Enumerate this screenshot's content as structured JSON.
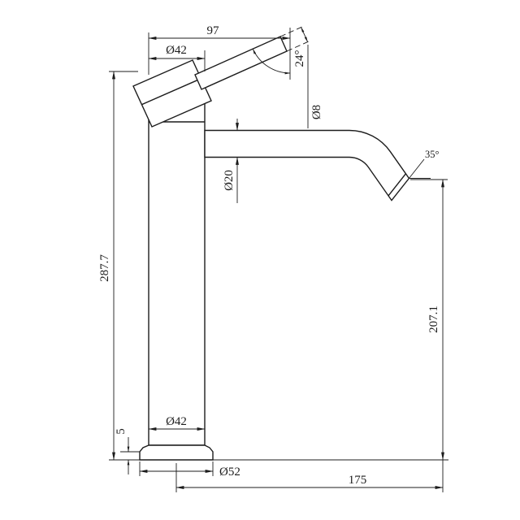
{
  "drawing": {
    "colors": {
      "line": "#1c1c1c",
      "background": "#ffffff"
    },
    "dimensions": {
      "handle_length": "97",
      "handle_diameter_top": "Ø42",
      "handle_angle": "24°",
      "handle_rod_diameter": "Ø8",
      "spout_tube_diameter": "Ø20",
      "spout_outlet_angle": "35°",
      "overall_height": "287.7",
      "outlet_height": "207.1",
      "body_diameter": "Ø42",
      "base_plate_height": "5",
      "base_diameter": "Ø52",
      "spout_reach": "175"
    }
  }
}
